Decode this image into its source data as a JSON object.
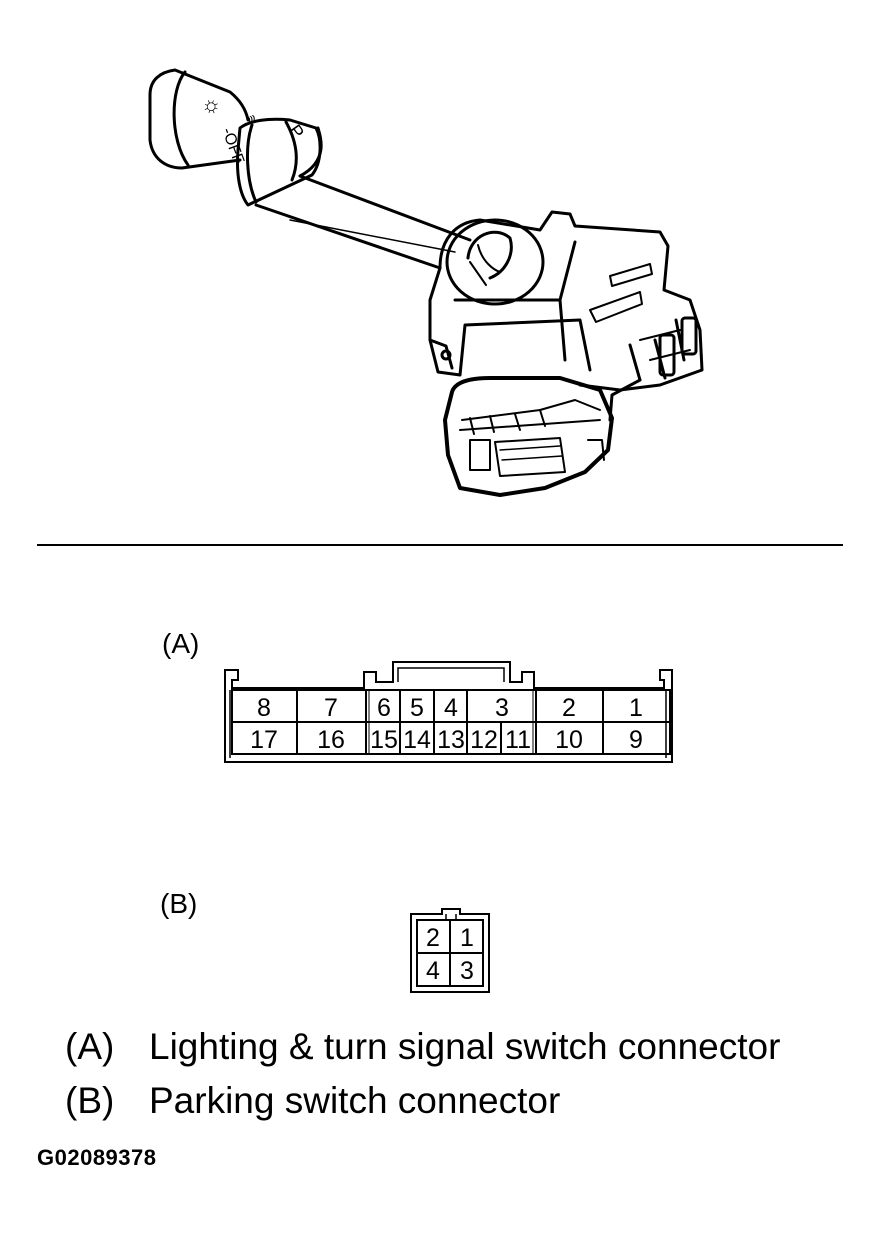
{
  "switch_illustration": {
    "lever_markings": [
      "☼",
      "-OFF",
      "≋",
      "P"
    ]
  },
  "connector_a": {
    "label": "(A)",
    "top_row": [
      "8",
      "7",
      "6",
      "5",
      "4",
      "3",
      "2",
      "1"
    ],
    "bottom_row": [
      "17",
      "16",
      "15",
      "14",
      "13",
      "12",
      "11",
      "10",
      "9"
    ]
  },
  "connector_b": {
    "label": "(B)",
    "top_row": [
      "2",
      "1"
    ],
    "bottom_row": [
      "4",
      "3"
    ]
  },
  "legend": [
    {
      "key": "(A)",
      "text": "Lighting & turn signal switch connector"
    },
    {
      "key": "(B)",
      "text": "Parking switch connector"
    }
  ],
  "figure_code": "G02089378"
}
